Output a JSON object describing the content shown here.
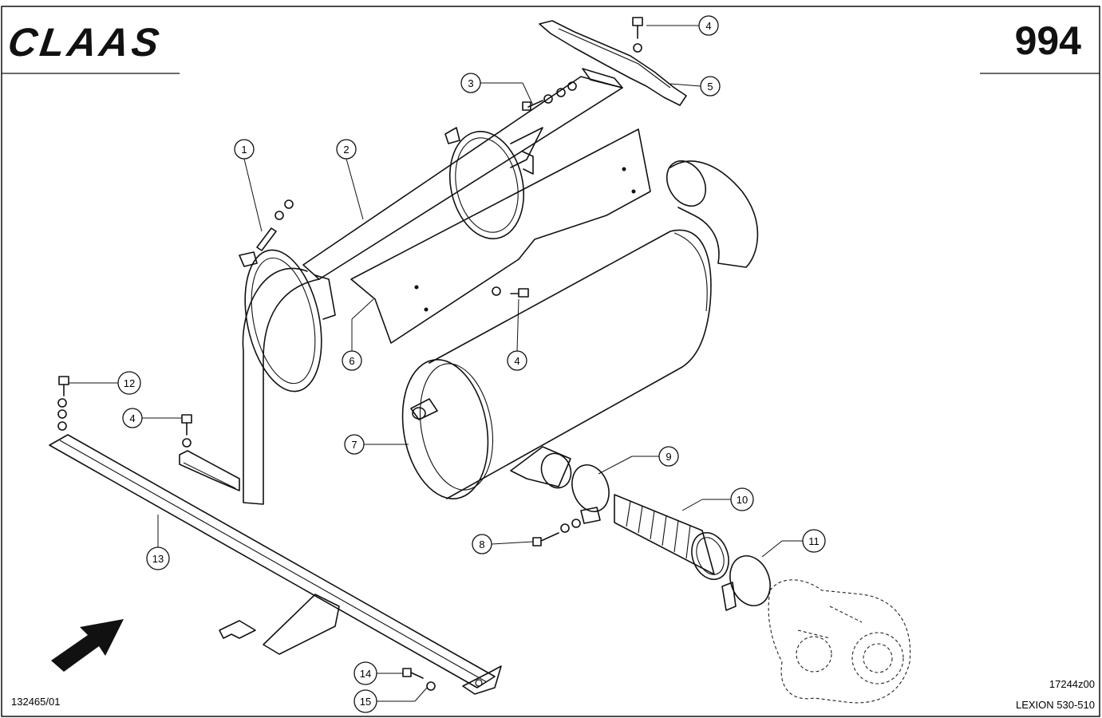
{
  "header": {
    "brand": "CLAAS",
    "page_number": "994"
  },
  "footer": {
    "doc_number": "132465/01",
    "drawing_code": "17244z00",
    "model": "LEXION 530-510"
  },
  "callouts": [
    {
      "id": "c1",
      "label": "1"
    },
    {
      "id": "c2",
      "label": "2"
    },
    {
      "id": "c3",
      "label": "3"
    },
    {
      "id": "c4a",
      "label": "4"
    },
    {
      "id": "c4b",
      "label": "4"
    },
    {
      "id": "c4c",
      "label": "4"
    },
    {
      "id": "c5",
      "label": "5"
    },
    {
      "id": "c6",
      "label": "6"
    },
    {
      "id": "c7",
      "label": "7"
    },
    {
      "id": "c8",
      "label": "8"
    },
    {
      "id": "c9",
      "label": "9"
    },
    {
      "id": "c10",
      "label": "10"
    },
    {
      "id": "c11",
      "label": "11"
    },
    {
      "id": "c12",
      "label": "12"
    },
    {
      "id": "c13",
      "label": "13"
    },
    {
      "id": "c14",
      "label": "14"
    },
    {
      "id": "c15",
      "label": "15"
    }
  ]
}
